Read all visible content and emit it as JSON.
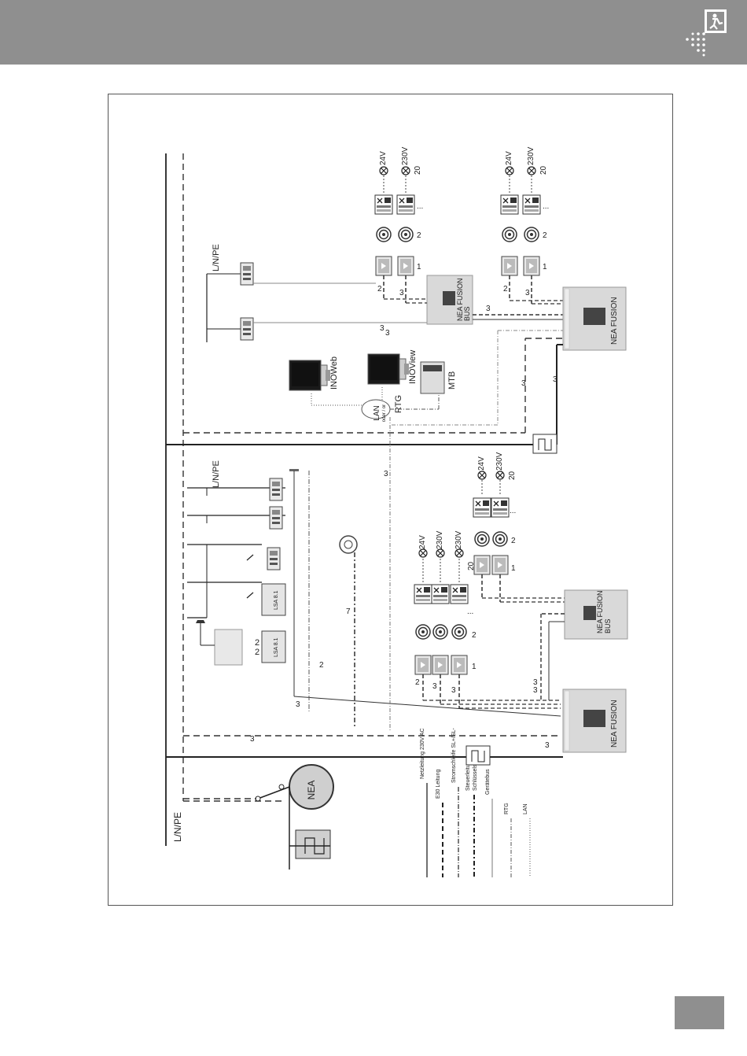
{
  "diagram": {
    "labels": {
      "lnpe": "L/N/PE",
      "nea": "NEA",
      "nea_fusion": "NEA FUSION",
      "nea_fusion_bus_1": "NEA FUSION",
      "nea_fusion_bus_2": "BUS",
      "inoweb": "INOWeb",
      "inoview": "INOView",
      "mtb": "MTB",
      "lan": "LAN",
      "lan_sub": "oder / or",
      "rtg": "RTG",
      "lsa": "LSA 8.1",
      "v24": "24V",
      "v230": "230V",
      "n20": "20",
      "n1": "1",
      "n2": "2",
      "n3": "3",
      "n7": "7",
      "dots": "..."
    },
    "legend": [
      {
        "label": "Netzleitung 230V AC",
        "style": "solid"
      },
      {
        "label": "E30 Leitung",
        "style": "dashed"
      },
      {
        "label": "Stromschleife SL+/SL-",
        "style": "dashdot"
      },
      {
        "label": "Steuerleitung",
        "label2": "Schlüsselschalter",
        "style": "dashdotbold"
      },
      {
        "label": "Gerätebus",
        "style": "thin"
      },
      {
        "label": "RTG",
        "style": "dashdotthin"
      },
      {
        "label": "LAN",
        "style": "dotted"
      }
    ]
  }
}
